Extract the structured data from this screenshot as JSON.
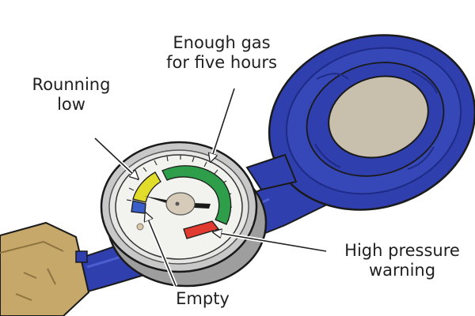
{
  "labels": {
    "enough_gas": [
      "Enough gas",
      "for five hours"
    ],
    "running_low": [
      "Rounning",
      "low"
    ],
    "high_pressure": [
      "High pressure",
      "warning"
    ],
    "empty": "Empty"
  },
  "gauge_zones": [
    {
      "name": "empty",
      "color": "#3b5fc8"
    },
    {
      "name": "running-low",
      "color": "#e2dc2a"
    },
    {
      "name": "enough-gas",
      "color": "#2e9e4a"
    },
    {
      "name": "high-pressure-warning",
      "color": "#e13a30"
    }
  ],
  "colors": {
    "regulator_blue": "#2f3fae",
    "regulator_blue_dark": "#1e2b86",
    "diaphragm_beige": "#c9bfad",
    "fitting_brass": "#c5a86a",
    "gauge_face": "#f2f2ef",
    "gauge_rim": "#c8c8c8"
  }
}
